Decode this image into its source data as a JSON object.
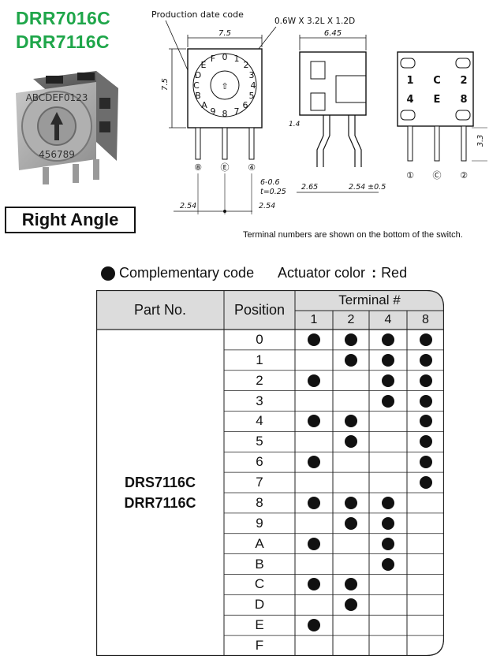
{
  "header": {
    "model_1": "DRR7016C",
    "model_2": "DRR7116C",
    "badge": "Right Angle"
  },
  "diagram": {
    "production_date_code": "Production date code",
    "marking_size": "0.6W X 3.2L X 1.2D",
    "dim_width": "7.5",
    "dim_height": "7.5",
    "dim_side_width": "6.45",
    "dim_pitch_1": "2.54",
    "dim_pitch_2": "2.54",
    "dim_pin_w": "6-0.6",
    "dim_pin_t": "t=0.25",
    "dim_offset": "2.65",
    "dim_pitch_side": "2.54 ±0.5",
    "dim_terminal_h": "3.3",
    "dim_small": "1.4",
    "front_terminals": [
      "⑧",
      "Ⓔ",
      "④"
    ],
    "bottom_grid": [
      [
        "1",
        "C",
        "2"
      ],
      [
        "4",
        "E",
        "8"
      ]
    ],
    "bottom_terminals": [
      "①",
      "Ⓒ",
      "②"
    ],
    "dial_chars": "ABCDEF0123456789",
    "footnote": "Terminal numbers are shown on the bottom of the switch."
  },
  "legend": {
    "complementary": "Complementary code",
    "actuator_label": "Actuator color",
    "actuator_colon": ":",
    "actuator_value": "Red"
  },
  "table": {
    "head_part": "Part No.",
    "head_position": "Position",
    "head_terminal": "Terminal #",
    "terminals": [
      "1",
      "2",
      "4",
      "8"
    ],
    "part_numbers": [
      "DRS7116C",
      "DRR7116C"
    ],
    "positions": [
      "0",
      "1",
      "2",
      "3",
      "4",
      "5",
      "6",
      "7",
      "8",
      "9",
      "A",
      "B",
      "C",
      "D",
      "E",
      "F"
    ],
    "dots": [
      [
        1,
        1,
        1,
        1
      ],
      [
        0,
        1,
        1,
        1
      ],
      [
        1,
        0,
        1,
        1
      ],
      [
        0,
        0,
        1,
        1
      ],
      [
        1,
        1,
        0,
        1
      ],
      [
        0,
        1,
        0,
        1
      ],
      [
        1,
        0,
        0,
        1
      ],
      [
        0,
        0,
        0,
        1
      ],
      [
        1,
        1,
        1,
        0
      ],
      [
        0,
        1,
        1,
        0
      ],
      [
        1,
        0,
        1,
        0
      ],
      [
        0,
        0,
        1,
        0
      ],
      [
        1,
        1,
        0,
        0
      ],
      [
        0,
        1,
        0,
        0
      ],
      [
        1,
        0,
        0,
        0
      ],
      [
        0,
        0,
        0,
        0
      ]
    ]
  }
}
